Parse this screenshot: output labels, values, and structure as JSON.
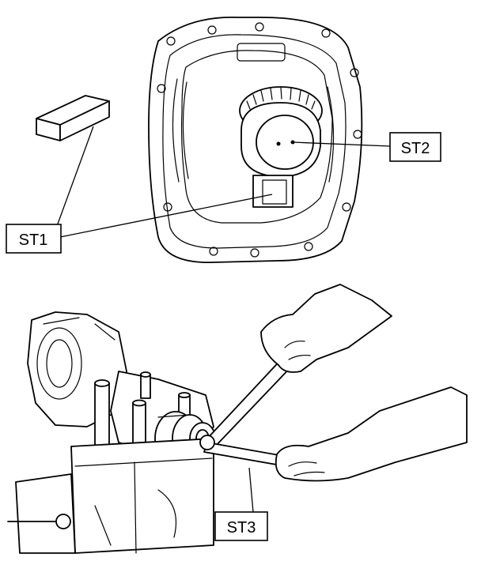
{
  "labels": {
    "st1": "ST1",
    "st2": "ST2",
    "st3": "ST3"
  },
  "colors": {
    "ink": "#000000",
    "background": "#ffffff"
  }
}
